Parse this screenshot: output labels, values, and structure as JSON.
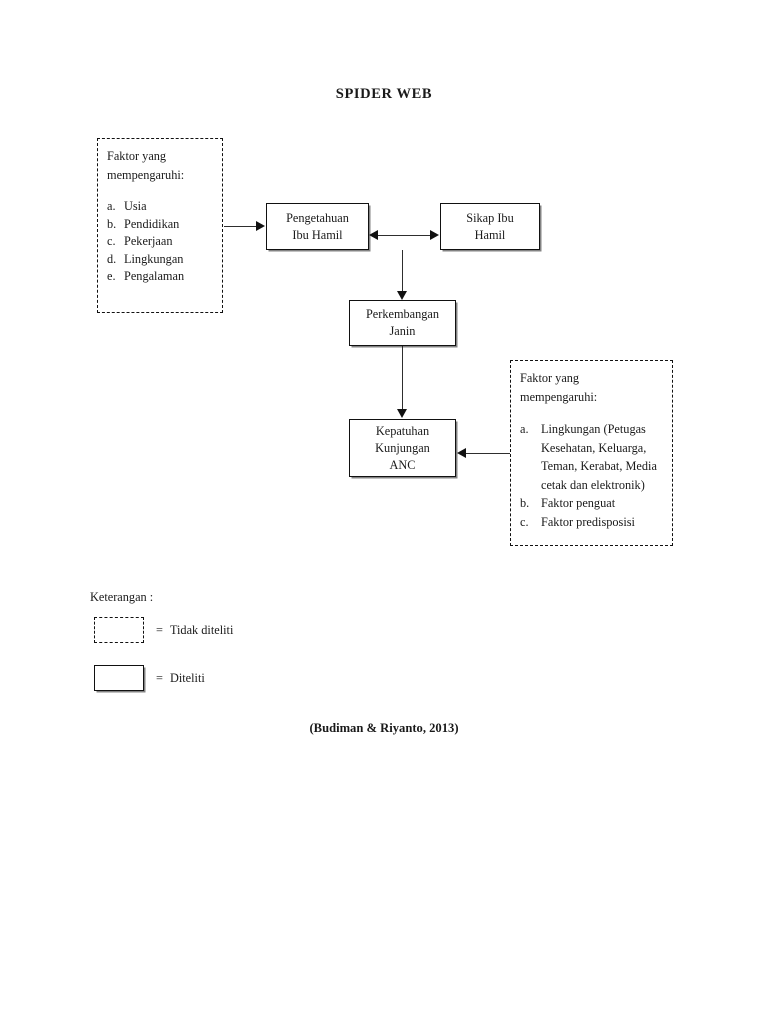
{
  "document": {
    "title": "SPIDER WEB",
    "citation": "(Budiman & Riyanto, 2013)"
  },
  "left_factor_box": {
    "heading": "Faktor yang",
    "heading_line2": "mempengaruhi:",
    "items": [
      {
        "marker": "a.",
        "text": "Usia"
      },
      {
        "marker": "b.",
        "text": "Pendidikan"
      },
      {
        "marker": "c.",
        "text": "Pekerjaan"
      },
      {
        "marker": "d.",
        "text": "Lingkungan"
      },
      {
        "marker": "e.",
        "text": "Pengalaman"
      }
    ]
  },
  "right_factor_box": {
    "heading": "Faktor yang",
    "heading_line2": "mempengaruhi:",
    "items": [
      {
        "marker": "a.",
        "text": "Lingkungan (Petugas Kesehatan, Keluarga, Teman, Kerabat, Media cetak dan elektronik)"
      },
      {
        "marker": "b.",
        "text": "Faktor penguat"
      },
      {
        "marker": "c.",
        "text": "Faktor predisposisi"
      }
    ]
  },
  "nodes": {
    "pengetahuan": {
      "line1": "Pengetahuan",
      "line2": "Ibu Hamil"
    },
    "sikap": {
      "line1": "Sikap Ibu",
      "line2": "Hamil"
    },
    "perkembangan": {
      "line1": "Perkembangan",
      "line2": "Janin"
    },
    "kepatuhan": {
      "line1": "Kepatuhan",
      "line2": "Kunjungan",
      "line3": "ANC"
    }
  },
  "legend": {
    "title": "Keterangan :",
    "entries": [
      {
        "equals": "=",
        "label": "Tidak diteliti",
        "style": "dashed"
      },
      {
        "equals": "=",
        "label": "Diteliti",
        "style": "solid"
      }
    ]
  },
  "colors": {
    "ink": "#1a1a1a",
    "line": "#2e2e2e",
    "background": "#ffffff"
  }
}
